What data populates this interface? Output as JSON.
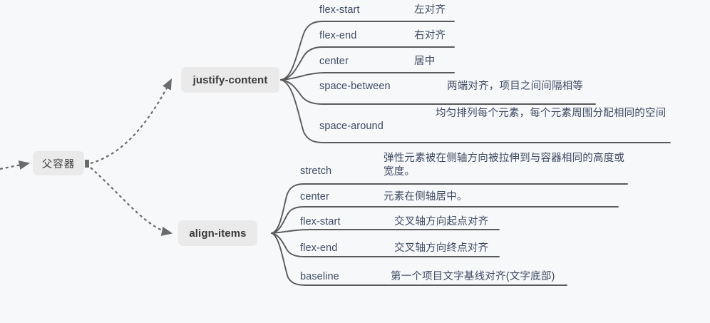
{
  "diagram": {
    "title_root": "父容器",
    "background_color": "#f7f8f9",
    "node_fill": "#eaeaea",
    "label_color": "#3c4a63",
    "line_color": "#5a5a5a",
    "branches": [
      {
        "name": "justify-content",
        "label": "justify-content",
        "items": [
          {
            "label": "flex-start",
            "desc": "左对齐"
          },
          {
            "label": "flex-end",
            "desc": "右对齐"
          },
          {
            "label": "center",
            "desc": "居中"
          },
          {
            "label": "space-between",
            "desc": "两端对齐，项目之间间隔相等"
          },
          {
            "label": "space-around",
            "desc": "均匀排列每个元素，每个元素周围分配相同的空间"
          }
        ]
      },
      {
        "name": "align-items",
        "label": "align-items",
        "items": [
          {
            "label": "stretch",
            "desc": "弹性元素被在侧轴方向被拉伸到与容器相同的高度或宽度。"
          },
          {
            "label": "center",
            "desc": "元素在侧轴居中。"
          },
          {
            "label": "flex-start",
            "desc": "交叉轴方向起点对齐"
          },
          {
            "label": "flex-end",
            "desc": "交叉轴方向终点对齐"
          },
          {
            "label": "baseline",
            "desc": "第一个项目文字基线对齐(文字底部)"
          }
        ]
      }
    ]
  }
}
